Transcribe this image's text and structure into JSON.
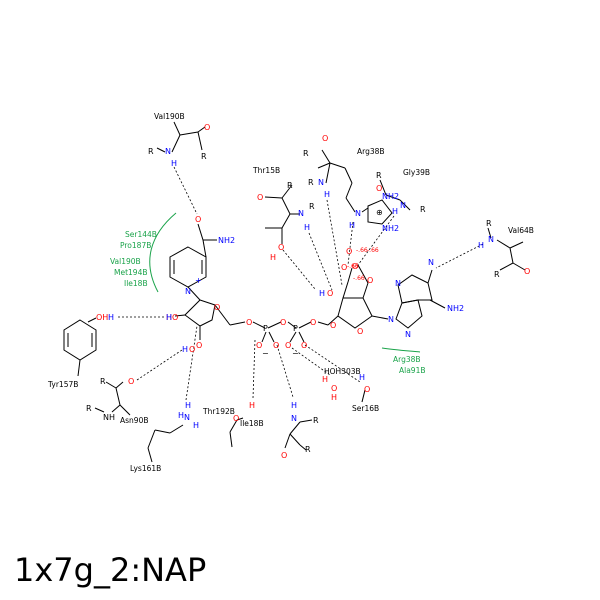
{
  "title": "1x7g_2:NAP",
  "residues": {
    "val190b": "Val190B",
    "thr15b": "Thr15B",
    "arg38b": "Arg38B",
    "gly39b": "Gly39B",
    "val64b": "Val64B",
    "tyr157b": "Tyr157B",
    "asn90b": "Asn90B",
    "lys161b": "Lys161B",
    "thr192b": "Thr192B",
    "ile18b": "Ile18B",
    "hoh303b": "HOH303B",
    "ser16b": "Ser16B"
  },
  "hydrophobic_left": [
    "Ser144B",
    "Pro187B",
    "Val190B",
    "Met194B",
    "Ile18B"
  ],
  "hydrophobic_right": [
    "Arg38B",
    "Ala91B"
  ],
  "atoms": {
    "R": "R",
    "N": "N",
    "H": "H",
    "O": "O",
    "P": "P",
    "NH2": "NH2",
    "NH": "NH",
    "HO": "HO",
    "OH": "OH",
    "H2": "H",
    "HOH": "H",
    "plus": "+",
    "minus": "−",
    "ring_plus": "⊕",
    "charge": "-.66"
  },
  "colors": {
    "oxygen": "#ff0000",
    "nitrogen": "#0000ff",
    "hydrophobic": "#1aa34a"
  }
}
